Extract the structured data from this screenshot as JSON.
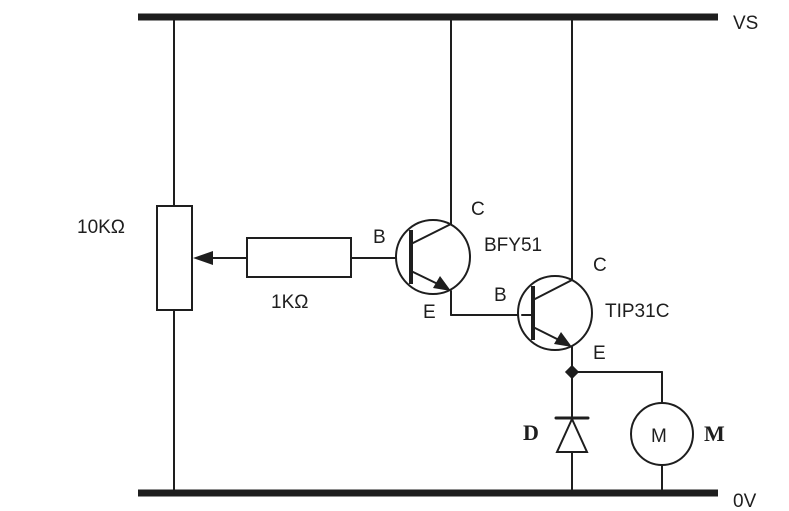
{
  "rails": {
    "top_label": "VS",
    "bottom_label": "0V"
  },
  "potentiometer": {
    "label": "10KΩ"
  },
  "base_resistor": {
    "label": "1KΩ"
  },
  "transistor_1": {
    "name": "BFY51",
    "base": "B",
    "collector": "C",
    "emitter": "E"
  },
  "transistor_2": {
    "name": "TIP31C",
    "base": "B",
    "collector": "C",
    "emitter": "E"
  },
  "diode": {
    "label": "D"
  },
  "motor": {
    "symbol": "M",
    "label": "M"
  },
  "colors": {
    "ink": "#1e1e1e",
    "background": "#ffffff"
  }
}
